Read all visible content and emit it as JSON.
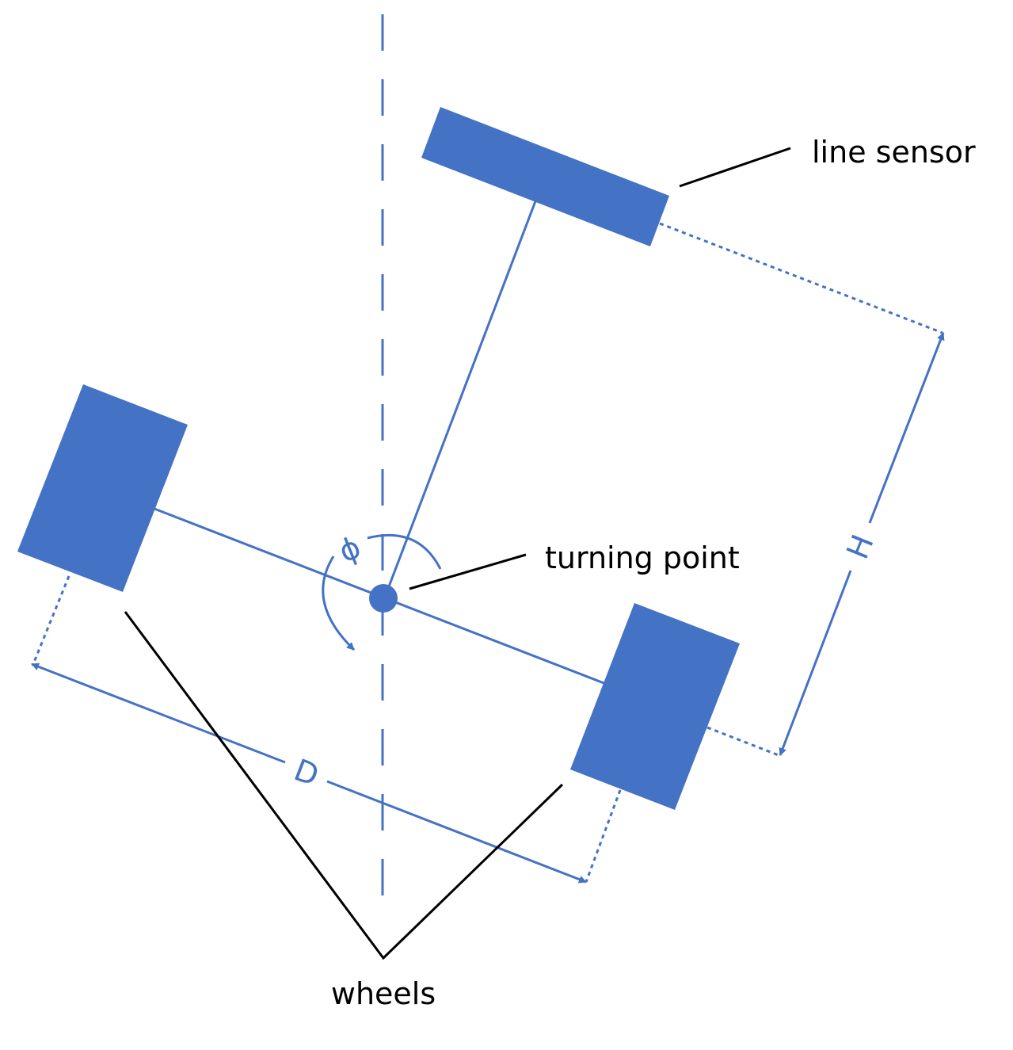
{
  "labels": {
    "line_sensor": "line sensor",
    "turning_point": "turning point",
    "wheels": "wheels",
    "phi": "ϕ",
    "H": "H",
    "D": "D"
  },
  "colors": {
    "accent": "#4472C4",
    "text": "#000000",
    "background": "#ffffff"
  }
}
